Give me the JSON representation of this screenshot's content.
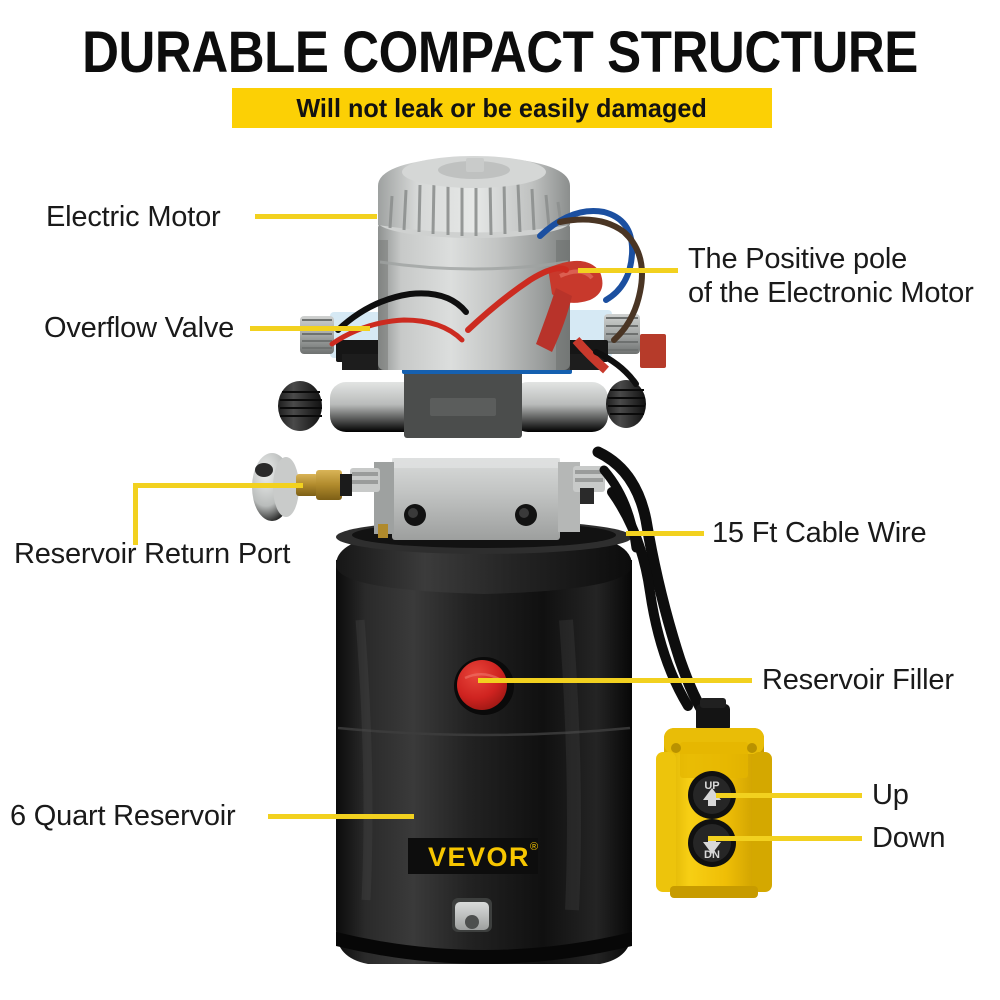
{
  "header": {
    "title": "DURABLE COMPACT STRUCTURE",
    "banner_text": "Will not leak or be easily damaged",
    "banner_color": "#FCD005"
  },
  "colors": {
    "leader_line": "#F2D11F",
    "banner_yellow": "#FCD005",
    "pendant_yellow": "#F2C200",
    "brand_yellow": "#F7C600",
    "filler_red": "#CE2020",
    "reservoir_black": "#151515",
    "motor_silver": "#B9BBBA"
  },
  "callouts": [
    {
      "id": "electric-motor",
      "text": "Electric Motor"
    },
    {
      "id": "overflow-valve",
      "text": "Overflow Valve"
    },
    {
      "id": "positive-pole",
      "line1": "The Positive pole",
      "line2": "of the Electronic Motor"
    },
    {
      "id": "reservoir-return-port",
      "text": "Reservoir Return Port"
    },
    {
      "id": "cable-wire",
      "text": "15 Ft Cable Wire"
    },
    {
      "id": "reservoir-filler",
      "text": "Reservoir Filler"
    },
    {
      "id": "six-quart-reservoir",
      "text": "6 Quart Reservoir"
    },
    {
      "id": "up",
      "text": "Up"
    },
    {
      "id": "down",
      "text": "Down"
    }
  ],
  "product": {
    "brand": "VEVOR",
    "brand_mark": "®",
    "pendant": {
      "up_button_label": "UP",
      "down_button_label": "DN"
    }
  }
}
